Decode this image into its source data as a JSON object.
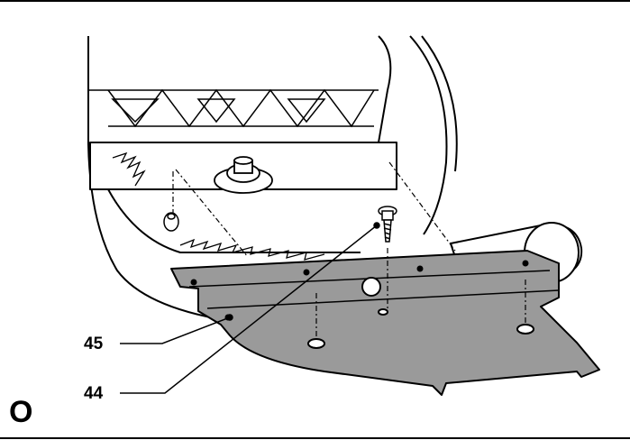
{
  "figure": {
    "letter": "O",
    "callouts": [
      {
        "number": "45",
        "label_ref": "base-plate"
      },
      {
        "number": "44",
        "label_ref": "screw"
      }
    ]
  },
  "colors": {
    "line": "#000000",
    "plate_fill": "#9a9a9a",
    "background": "#ffffff"
  }
}
